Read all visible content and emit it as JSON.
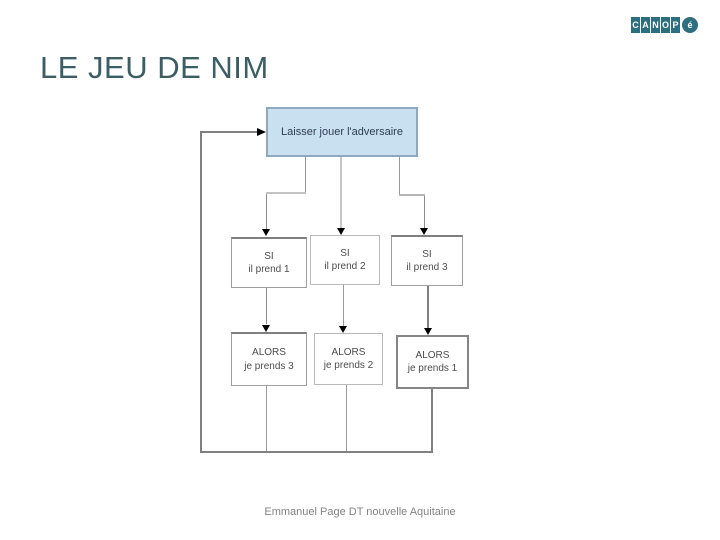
{
  "slide": {
    "title": "LE JEU DE NIM",
    "footer": "Emmanuel Page DT nouvelle Aquitaine"
  },
  "logo": {
    "letters": [
      "C",
      "A",
      "N",
      "O",
      "P"
    ],
    "badge": "é",
    "color": "#2d6f7e"
  },
  "diagram": {
    "type": "flowchart",
    "top_box": {
      "label": "Laisser jouer l'adversaire",
      "fill": "#c9e0f1"
    },
    "si_boxes": [
      {
        "line1": "SI",
        "line2": "il prend 1"
      },
      {
        "line1": "SI",
        "line2": "il prend 2"
      },
      {
        "line1": "SI",
        "line2": "il prend 3"
      }
    ],
    "alors_boxes": [
      {
        "line1": "ALORS",
        "line2": "je prends 3"
      },
      {
        "line1": "ALORS",
        "line2": "je prends 2"
      },
      {
        "line1": "ALORS",
        "line2": "je prends 1"
      }
    ],
    "loop": "ALORS outputs return to top box"
  },
  "colors": {
    "title": "#3b5d63",
    "logo_teal": "#2d6f7e",
    "top_box_fill": "#c9e0f1",
    "connector_gray": "#808080",
    "footer_gray": "#848484"
  }
}
